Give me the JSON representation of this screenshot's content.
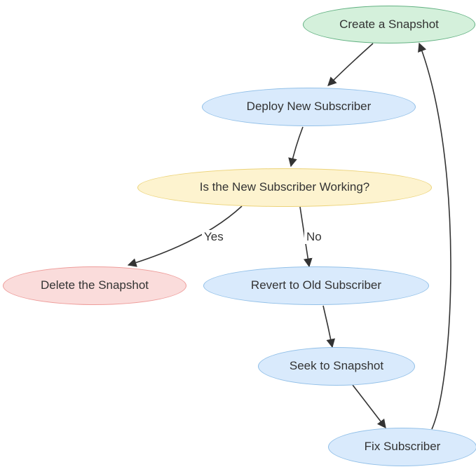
{
  "diagram": {
    "type": "flowchart",
    "background": "#ffffff",
    "arrow_color": "#333333",
    "text_color": "#333333",
    "nodes": [
      {
        "id": "create-snapshot",
        "label": "Create a Snapshot",
        "shape": "ellipse",
        "fill": "#d4f0db",
        "stroke": "#62b182"
      },
      {
        "id": "deploy-subscriber",
        "label": "Deploy New Subscriber",
        "shape": "ellipse",
        "fill": "#d9eafc",
        "stroke": "#92c0e8"
      },
      {
        "id": "is-working",
        "label": "Is the New Subscriber Working?",
        "shape": "ellipse",
        "fill": "#fdf3cf",
        "stroke": "#ecd379"
      },
      {
        "id": "delete-snapshot",
        "label": "Delete the Snapshot",
        "shape": "ellipse",
        "fill": "#fadcdb",
        "stroke": "#ee9c9a"
      },
      {
        "id": "revert-subscriber",
        "label": "Revert to Old Subscriber",
        "shape": "ellipse",
        "fill": "#d9eafc",
        "stroke": "#92c0e8"
      },
      {
        "id": "seek-snapshot",
        "label": "Seek to Snapshot",
        "shape": "ellipse",
        "fill": "#d9eafc",
        "stroke": "#92c0e8"
      },
      {
        "id": "fix-subscriber",
        "label": "Fix Subscriber",
        "shape": "ellipse",
        "fill": "#d9eafc",
        "stroke": "#92c0e8"
      }
    ],
    "edges": [
      {
        "from": "create-snapshot",
        "to": "deploy-subscriber",
        "label": ""
      },
      {
        "from": "deploy-subscriber",
        "to": "is-working",
        "label": ""
      },
      {
        "from": "is-working",
        "to": "delete-snapshot",
        "label": "Yes"
      },
      {
        "from": "is-working",
        "to": "revert-subscriber",
        "label": "No"
      },
      {
        "from": "revert-subscriber",
        "to": "seek-snapshot",
        "label": ""
      },
      {
        "from": "seek-snapshot",
        "to": "fix-subscriber",
        "label": ""
      },
      {
        "from": "fix-subscriber",
        "to": "create-snapshot",
        "label": ""
      }
    ]
  }
}
